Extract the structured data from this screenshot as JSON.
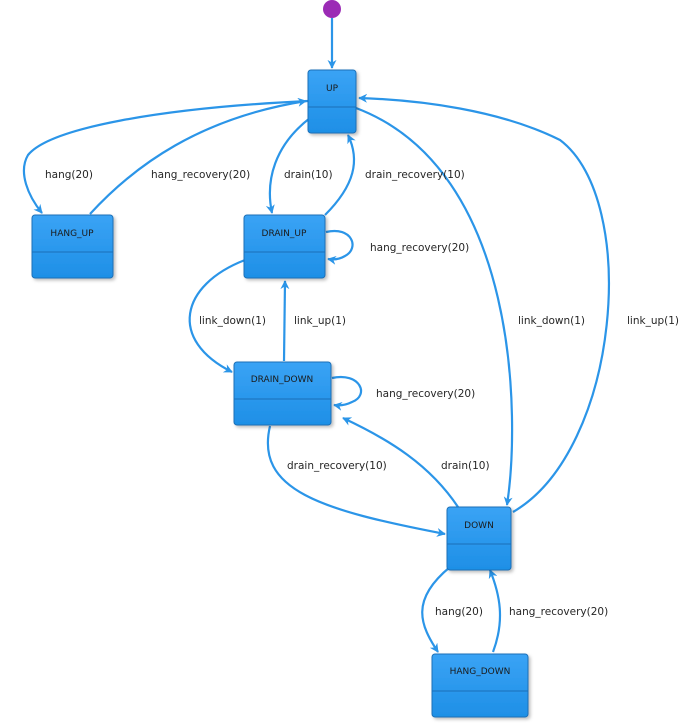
{
  "diagram": {
    "colors": {
      "state_fill_top": "#3aa3f5",
      "state_fill_bottom": "#1e8fe6",
      "state_border": "#1a6fb8",
      "edge": "#2b95e8",
      "initial_node": "#9b2bb5"
    },
    "states": {
      "up": "UP",
      "hang_up": "HANG_UP",
      "drain_up": "DRAIN_UP",
      "drain_down": "DRAIN_DOWN",
      "down": "DOWN",
      "hang_down": "HANG_DOWN"
    },
    "transitions": {
      "up_to_hang_up": "hang(20)",
      "hang_up_to_up": "hang_recovery(20)",
      "up_to_drain_up": "drain(10)",
      "drain_up_to_up": "drain_recovery(10)",
      "drain_up_self": "hang_recovery(20)",
      "drain_up_to_drain_down": "link_down(1)",
      "drain_down_to_drain_up": "link_up(1)",
      "drain_down_self": "hang_recovery(20)",
      "drain_down_to_down": "drain_recovery(10)",
      "down_to_drain_down": "drain(10)",
      "up_to_down": "link_down(1)",
      "down_to_up": "link_up(1)",
      "down_to_hang_down": "hang(20)",
      "hang_down_to_down": "hang_recovery(20)"
    }
  }
}
